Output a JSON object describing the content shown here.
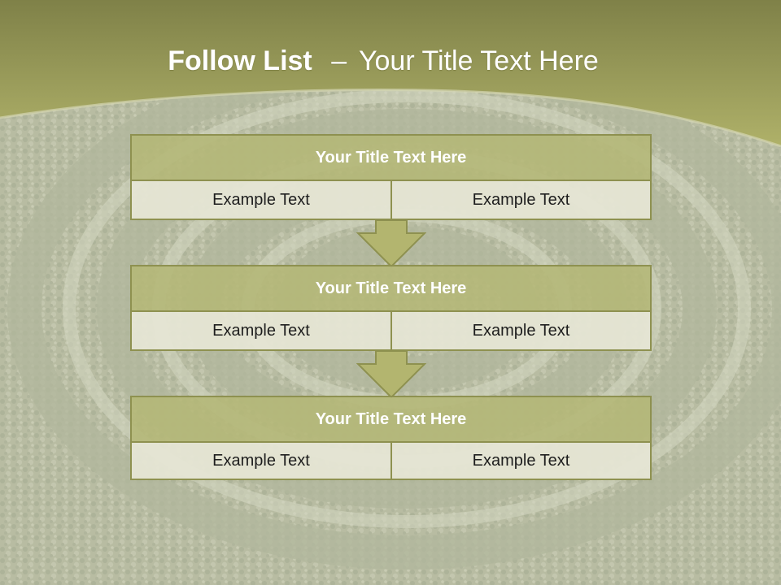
{
  "slide": {
    "title_bold": "Follow List",
    "title_dash": "–",
    "title_rest": "Your Title Text Here",
    "colors": {
      "header_band": "#a9ab66",
      "box_title_fill": "#b4b776",
      "box_cell_fill": "#e6e6d4",
      "box_border": "#8e9150",
      "arrow_fill": "#b3b56f"
    }
  },
  "blocks": [
    {
      "title": "Your Title Text Here",
      "left": "Example Text",
      "right": "Example Text"
    },
    {
      "title": "Your Title Text Here",
      "left": "Example Text",
      "right": "Example Text"
    },
    {
      "title": "Your Title Text Here",
      "left": "Example Text",
      "right": "Example Text"
    }
  ],
  "connectors": [
    {
      "icon": "down-arrow-icon"
    },
    {
      "icon": "down-arrow-icon"
    }
  ],
  "background": {
    "icon": "hedge-maze-photo"
  }
}
